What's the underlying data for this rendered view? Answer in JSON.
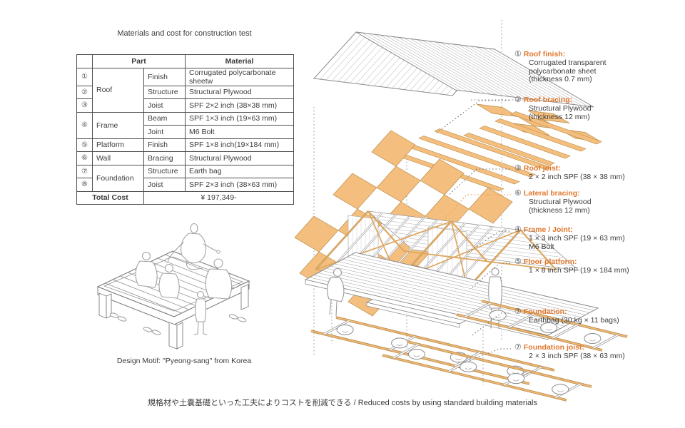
{
  "table": {
    "title": "Materials and cost for construction test",
    "header": {
      "part": "Part",
      "material": "Material"
    },
    "rows": [
      {
        "num": "①",
        "group": "Roof",
        "part": "Finish",
        "material": "Corrugated polycarbonate sheetw"
      },
      {
        "num": "②",
        "part": "Structure",
        "material": "Structural Plywood"
      },
      {
        "num": "③",
        "part": "Joist",
        "material": "SPF 2×2 inch (38×38 mm)"
      },
      {
        "num": "④",
        "group": "Frame",
        "part": "Beam",
        "material": "SPF 1×3 inch (19×63 mm)"
      },
      {
        "part": "Joint",
        "material": "M6 Bolt"
      },
      {
        "num": "⑤",
        "group": "Platform",
        "part": "Finish",
        "material": "SPF 1×8 inch(19×184 mm)"
      },
      {
        "num": "⑥",
        "group": "Wall",
        "part": "Bracing",
        "material": "Structural Plywood"
      },
      {
        "num": "⑦",
        "group": "Foundation",
        "part": "Structure",
        "material": "Earth bag"
      },
      {
        "num": "⑧",
        "part": "Joist",
        "material": "SPF 2×3 inch (38×63 mm)"
      }
    ],
    "total": {
      "label": "Total Cost",
      "value": "¥ 197,349-"
    }
  },
  "labels": [
    {
      "num": "①",
      "title": "Roof finish:",
      "lines": [
        "Corrugated transparent",
        "polycarbonate sheet",
        "(thickness 0.7 mm)"
      ]
    },
    {
      "num": "②",
      "title": "Roof bracing:",
      "lines": [
        "Structural Plywood",
        "(thickness 12 mm)"
      ]
    },
    {
      "num": "③",
      "title": "Roof joist:",
      "lines": [
        "2 × 2 inch SPF (38 × 38 mm)"
      ]
    },
    {
      "num": "⑥",
      "title": "Lateral bracing:",
      "lines": [
        "Structural Plywood",
        "(thickness 12 mm)"
      ]
    },
    {
      "num": "④",
      "title": "Frame / Joint:",
      "lines": [
        "1 × 3 inch SPF (19 × 63 mm)",
        "M6 Bolt"
      ]
    },
    {
      "num": "⑤",
      "title": "Floor platform:",
      "lines": [
        "1 × 8 inch SPF (19 × 184 mm)"
      ]
    },
    {
      "num": "⑦",
      "title": "Foundation:",
      "lines": [
        "Earthbag (30 kg × 11 bags)"
      ]
    },
    {
      "num": "⑦",
      "title": "Foundation joist:",
      "lines": [
        "2 × 3 inch SPF (38 × 63 mm)"
      ]
    }
  ],
  "captions": {
    "design_motif": "Design Motif: \"Pyeong-sang\" from Korea",
    "bottom": "規格材や土嚢基礎といった工夫によりコストを削減できる / Reduced costs by using standard building materials"
  },
  "colors": {
    "accent_orange": "#e2772c",
    "leader_orange": "#e8913c",
    "panel_fill": "#f4bf7e",
    "panel_stroke": "#ba8b48",
    "wood": "#dfa75f",
    "wood_dark": "#b98a47",
    "line_gray": "#8a8a8a",
    "text": "#3c3c3c"
  }
}
